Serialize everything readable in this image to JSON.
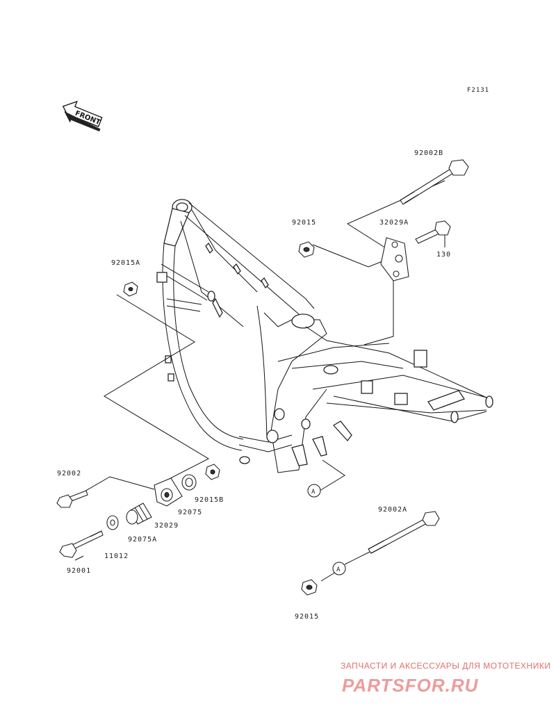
{
  "figure_code": "F2131",
  "front_label": "FRONT",
  "ref_marker": "A",
  "parts": {
    "p92002B": "92002B",
    "p92015_top": "92015",
    "p32029A": "32029A",
    "p130": "130",
    "p92015A": "92015A",
    "p92002": "92002",
    "p92015B": "92015B",
    "p92075": "92075",
    "p32029": "32029",
    "p92075A": "92075A",
    "p11012": "11012",
    "p92001": "92001",
    "p92002A": "92002A",
    "p92015_bottom": "92015"
  },
  "watermark": {
    "tagline": "ЗАПЧАСТИ И АКСЕССУАРЫ ДЛЯ МОТОТЕХНИКИ",
    "brand": "PARTSFOR.RU"
  }
}
